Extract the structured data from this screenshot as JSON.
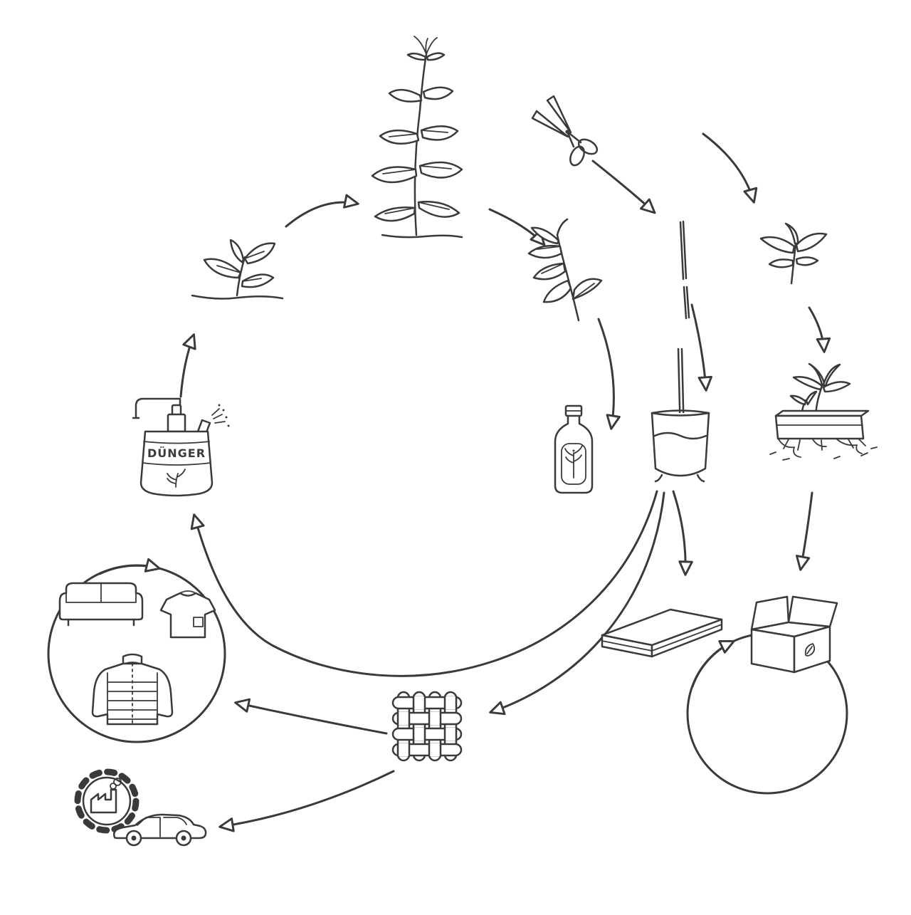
{
  "colors": {
    "ink": "#3a3a3a",
    "paper": "#ffffff"
  },
  "sprayer": {
    "label": "DÜNGER"
  },
  "icons": [
    "nettle-seedling-icon",
    "nettle-plant-icon",
    "scissors-icon",
    "cut-nettle-branch-icon",
    "stem-cutting-icon",
    "nettle-sprig-icon",
    "glass-of-water-with-cutting-icon",
    "planter-box-with-plant-icon",
    "extract-bottle-icon",
    "fertilizer-sprayer-icon",
    "cardboard-box-with-leaf-icon",
    "wooden-plank-icon",
    "woven-fabric-icon",
    "sofa-icon",
    "t-shirt-icon",
    "jacket-icon",
    "factory-gear-icon",
    "car-icon"
  ],
  "arrows": [
    "arrow-seedling-to-plant",
    "arrow-plant-to-branch",
    "arrow-scissors-to-cutting",
    "arrow-to-sprig",
    "arrow-branch-to-bottle",
    "arrow-cutting-to-glass",
    "arrow-sprig-to-planter",
    "arrow-planter-to-box",
    "arrow-glass-to-plank",
    "arrow-glass-to-fabric",
    "arrow-glass-to-sprayer",
    "arrow-fabric-to-products",
    "arrow-fabric-to-car",
    "arrow-products-cycle",
    "arrow-sprayer-to-seedling",
    "arrow-box-cycle"
  ]
}
